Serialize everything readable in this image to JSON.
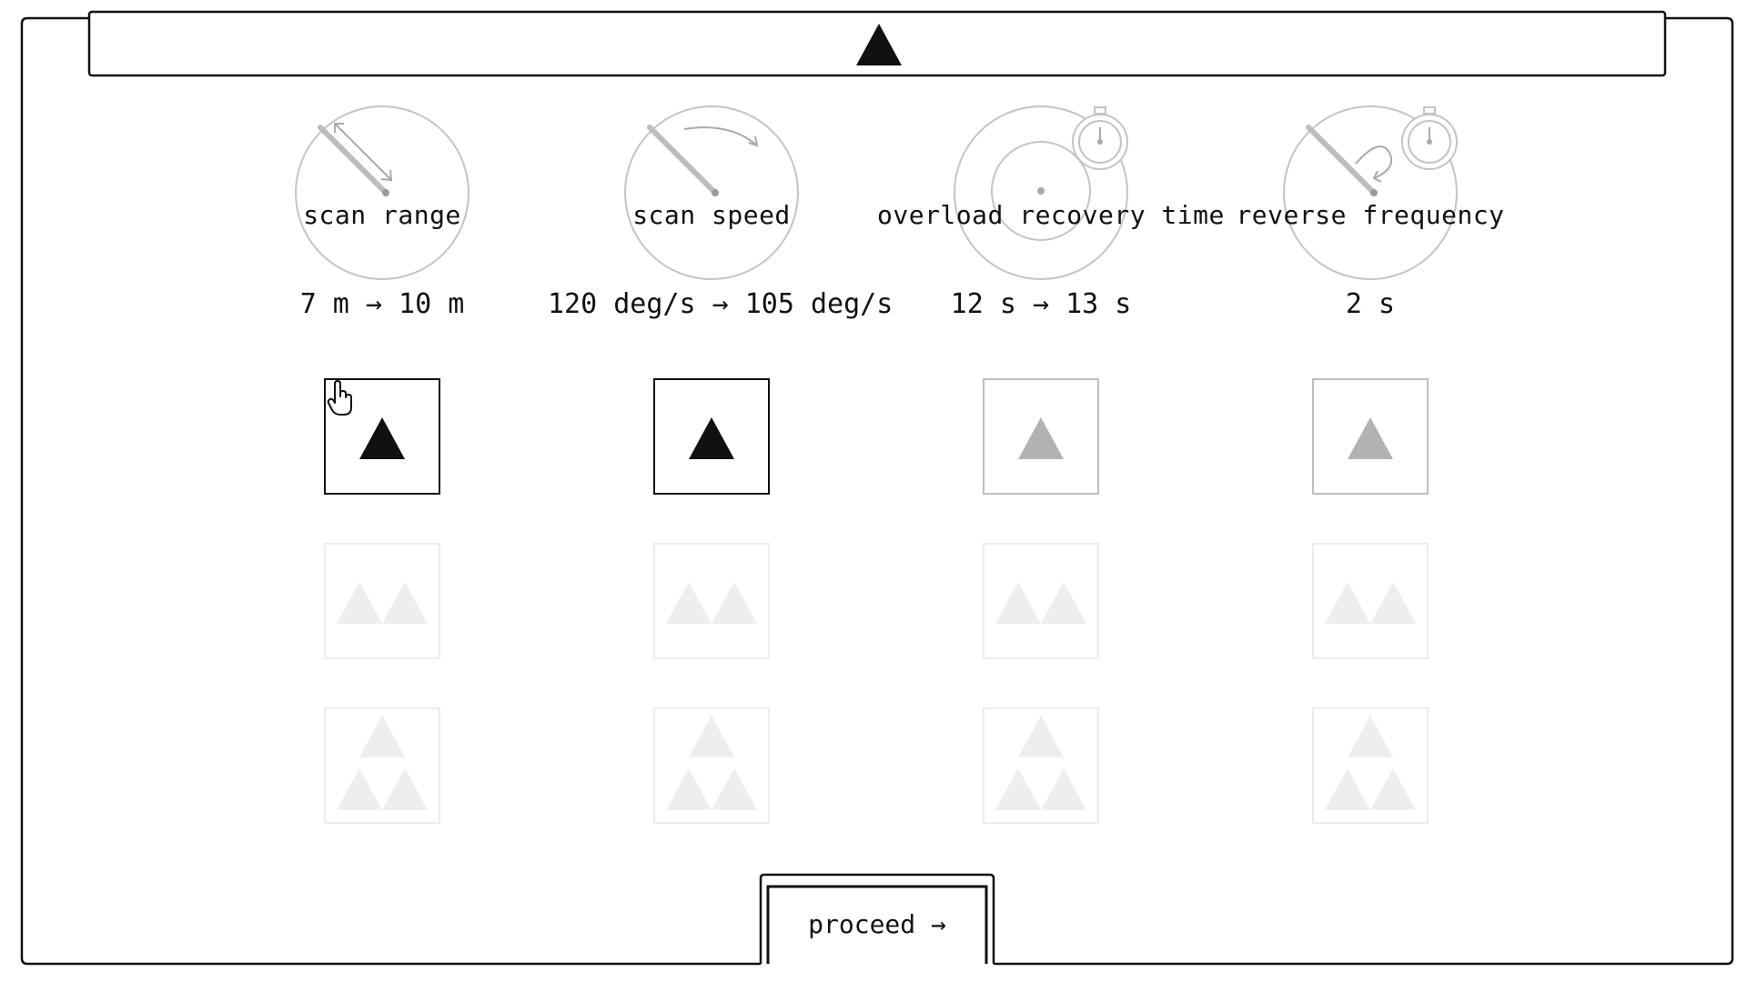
{
  "colors": {
    "ink": "#111111",
    "dial": "#c4c4c4",
    "available": "#b2b2b2",
    "locked": "#eeeeee",
    "background": "#ffffff"
  },
  "header": {
    "icon": "triangle-icon"
  },
  "stats": [
    {
      "name": "scan range",
      "value": "7 m → 10 m",
      "dial_icon": "diagonal-range-arrow-icon"
    },
    {
      "name": "scan speed",
      "value": "120 deg/s → 105 deg/s",
      "dial_icon": "curved-speed-arrow-icon"
    },
    {
      "name": "overload recovery time",
      "value": "12 s → 13 s",
      "dial_icon": "stopwatch-icon"
    },
    {
      "name": "reverse frequency",
      "value": "2 s",
      "dial_icon": "reverse-arrow-stopwatch-icon"
    }
  ],
  "tiers": [
    {
      "row": "tier-1",
      "triangles": 1,
      "states": [
        "active",
        "active",
        "available",
        "available"
      ]
    },
    {
      "row": "tier-2",
      "triangles": 2,
      "states": [
        "locked",
        "locked",
        "locked",
        "locked"
      ]
    },
    {
      "row": "tier-3",
      "triangles": 3,
      "states": [
        "locked",
        "locked",
        "locked",
        "locked"
      ]
    }
  ],
  "proceed": {
    "label": "proceed →"
  }
}
